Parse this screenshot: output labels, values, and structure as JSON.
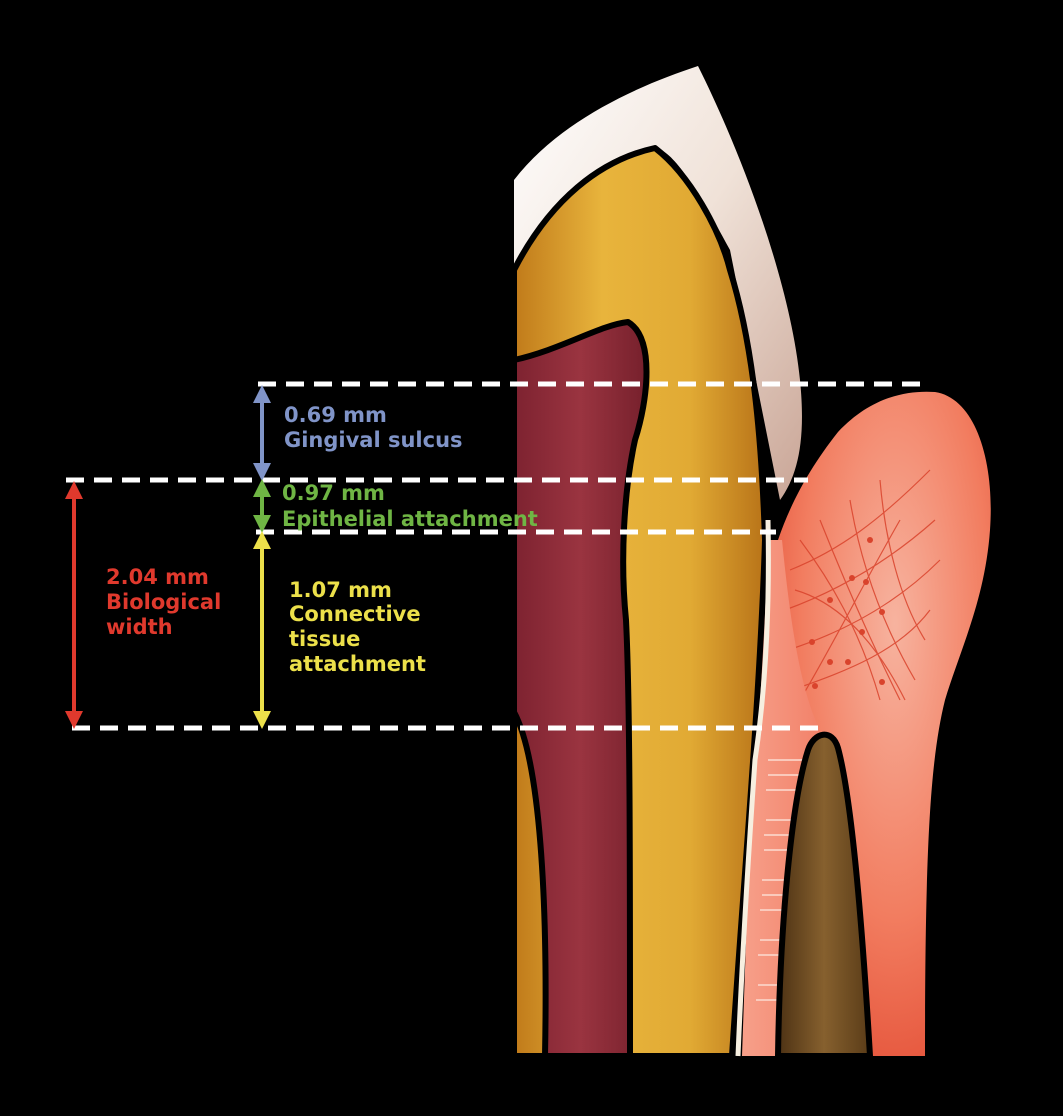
{
  "colors": {
    "background": "#000000",
    "enamel": "#efe0d6",
    "dentin": "#d9a431",
    "pulp": "#8e2a35",
    "gingiva": "#f26a4b",
    "bone": "#6b4a22",
    "outline": "#000000",
    "guide_line": "#ffffff",
    "sulcus": "#8094c8",
    "epithelial": "#6fb544",
    "connective": "#ece04a",
    "biological": "#e0392d"
  },
  "measurements": [
    {
      "key": "sulcus",
      "value": "0.69 mm",
      "label_lines": [
        "Gingival sulcus"
      ]
    },
    {
      "key": "epithelial",
      "value": "0.97 mm",
      "label_lines": [
        "Epithelial attachment"
      ]
    },
    {
      "key": "connective",
      "value": "1.07 mm",
      "label_lines": [
        "Connective",
        "tissue",
        "attachment"
      ]
    },
    {
      "key": "biological",
      "value": "2.04 mm",
      "label_lines": [
        "Biological",
        "width"
      ]
    }
  ]
}
